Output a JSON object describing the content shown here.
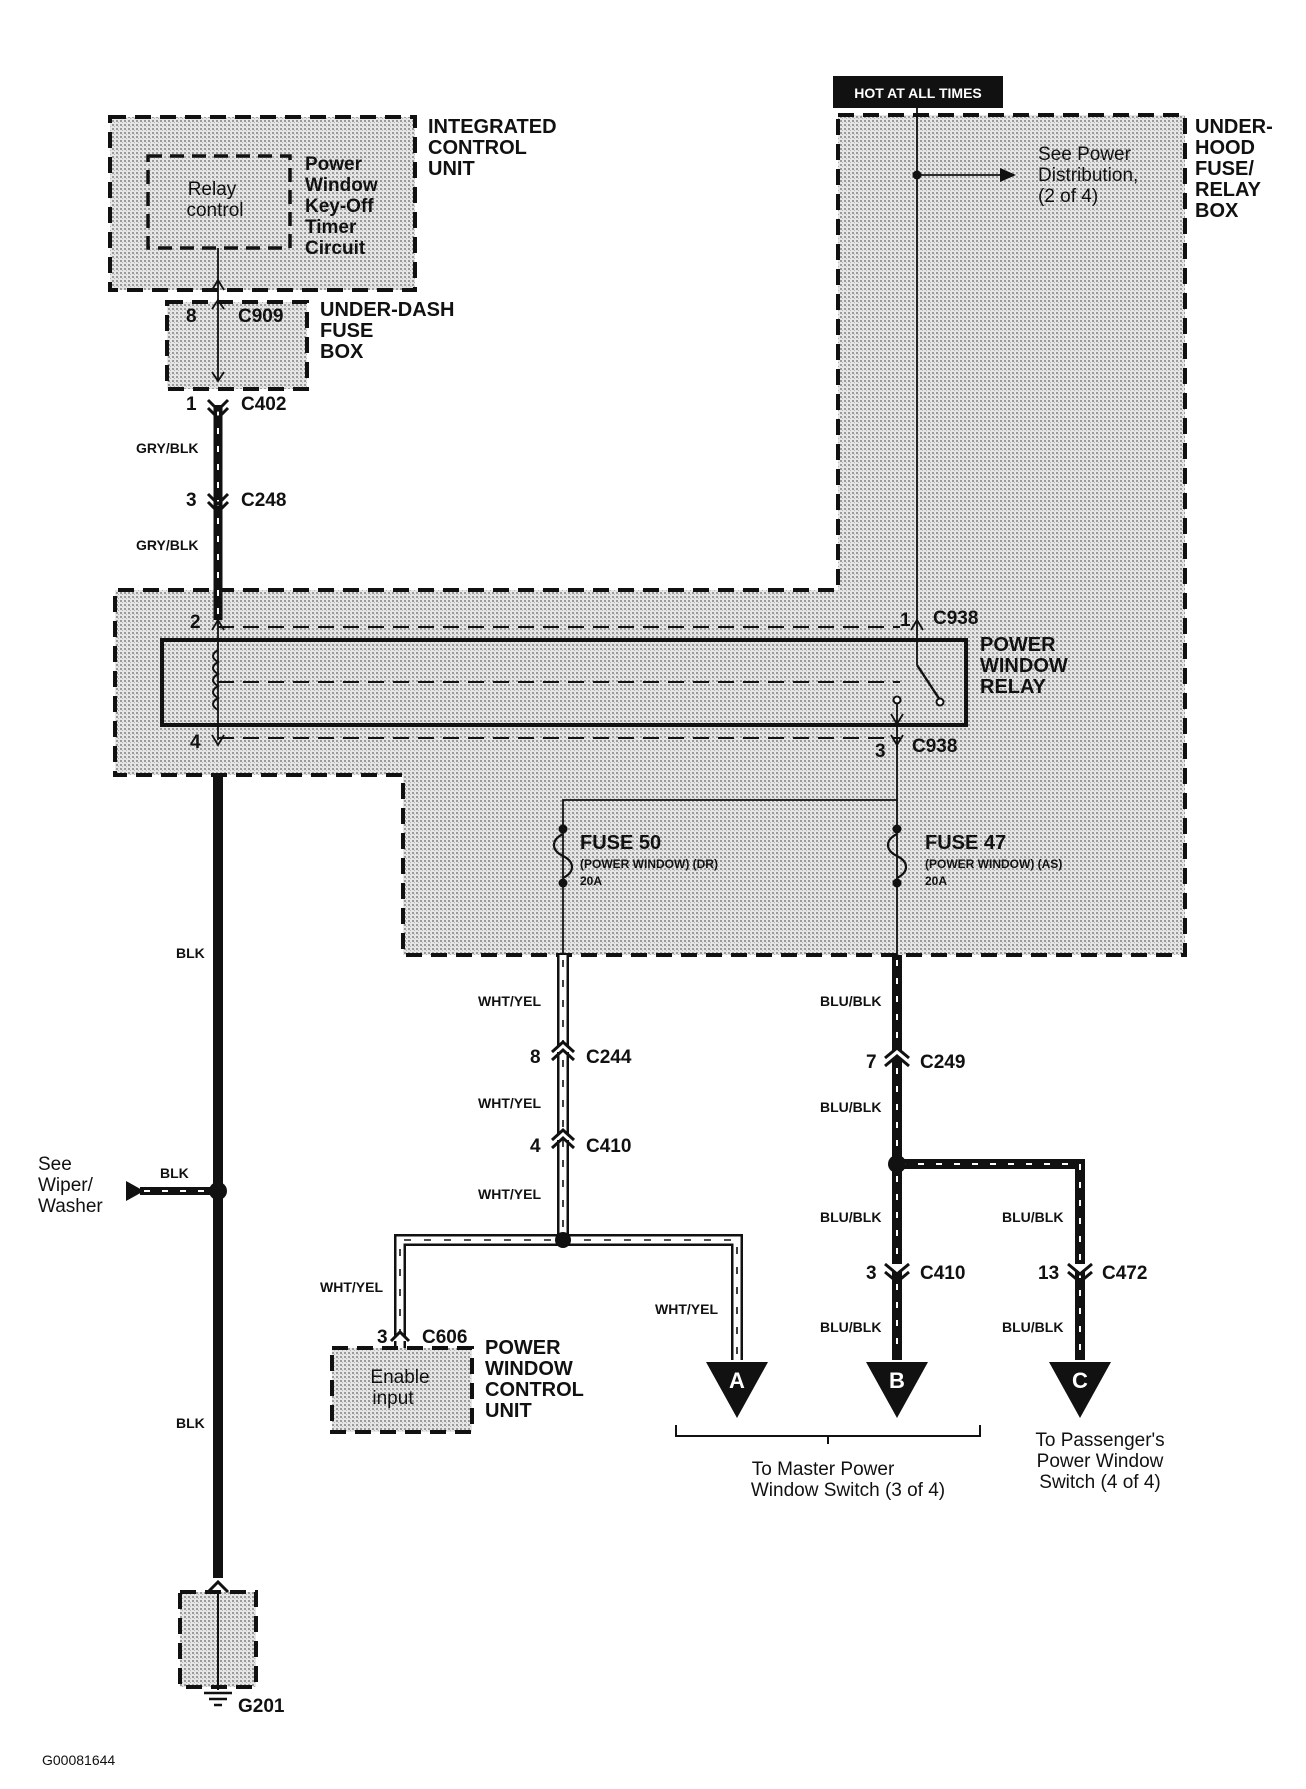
{
  "header_badge": "HOT AT ALL TIMES",
  "components": {
    "icu": {
      "title_lines": [
        "INTEGRATED",
        "CONTROL",
        "UNIT"
      ],
      "inner_lines": [
        "Relay",
        "control"
      ],
      "circuit_lines": [
        "Power",
        "Window",
        "Key-Off",
        "Timer",
        "Circuit"
      ]
    },
    "underdash": {
      "title_lines": [
        "UNDER-DASH",
        "FUSE",
        "BOX"
      ],
      "pin": "8",
      "connector": "C909"
    },
    "underhood": {
      "title_lines": [
        "UNDER-",
        "HOOD",
        "FUSE/",
        "RELAY",
        "BOX"
      ],
      "note_lines": [
        "See Power",
        "Distribution,",
        "(2 of 4)"
      ]
    },
    "relay": {
      "title_lines": [
        "POWER",
        "WINDOW",
        "RELAY"
      ],
      "pin_2": "2",
      "pin_4": "4",
      "pin_1": "1",
      "pin_3": "3",
      "connector_top": "C938",
      "connector_bottom": "C938"
    },
    "fuse50": {
      "name": "FUSE 50",
      "desc": "(POWER WINDOW) (DR)",
      "rating": "20A"
    },
    "fuse47": {
      "name": "FUSE 47",
      "desc": "(POWER WINDOW) (AS)",
      "rating": "20A"
    },
    "pwcu": {
      "title_lines": [
        "POWER",
        "WINDOW",
        "CONTROL",
        "UNIT"
      ],
      "inner_lines": [
        "Enable",
        "input"
      ],
      "pin": "3",
      "connector": "C606"
    },
    "ground": {
      "label": "G201"
    }
  },
  "connectors": {
    "c402": {
      "pin": "1",
      "name": "C402"
    },
    "c248": {
      "pin": "3",
      "name": "C248"
    },
    "c244": {
      "pin": "8",
      "name": "C244"
    },
    "c410a": {
      "pin": "4",
      "name": "C410"
    },
    "c249": {
      "pin": "7",
      "name": "C249"
    },
    "c410b": {
      "pin": "3",
      "name": "C410"
    },
    "c472": {
      "pin": "13",
      "name": "C472"
    }
  },
  "wire_labels": {
    "gry_blk_1": "GRY/BLK",
    "gry_blk_2": "GRY/BLK",
    "blk_1": "BLK",
    "blk_2": "BLK",
    "blk_wiper": "BLK",
    "wht_yel_1": "WHT/YEL",
    "wht_yel_2": "WHT/YEL",
    "wht_yel_3": "WHT/YEL",
    "wht_yel_4": "WHT/YEL",
    "wht_yel_5": "WHT/YEL",
    "blu_blk_1": "BLU/BLK",
    "blu_blk_2": "BLU/BLK",
    "blu_blk_3": "BLU/BLK",
    "blu_blk_4": "BLU/BLK",
    "blu_blk_5": "BLU/BLK",
    "blu_blk_6": "BLU/BLK"
  },
  "wiper_note_lines": [
    "See",
    "Wiper/",
    "Washer"
  ],
  "terminals": {
    "a": "A",
    "b": "B",
    "c": "C"
  },
  "master_note_lines": [
    "To Master Power",
    "Window Switch (3 of 4)"
  ],
  "passenger_note_lines": [
    "To Passenger's",
    "Power Window",
    "Switch (4 of 4)"
  ],
  "figure_id": "G00081644"
}
